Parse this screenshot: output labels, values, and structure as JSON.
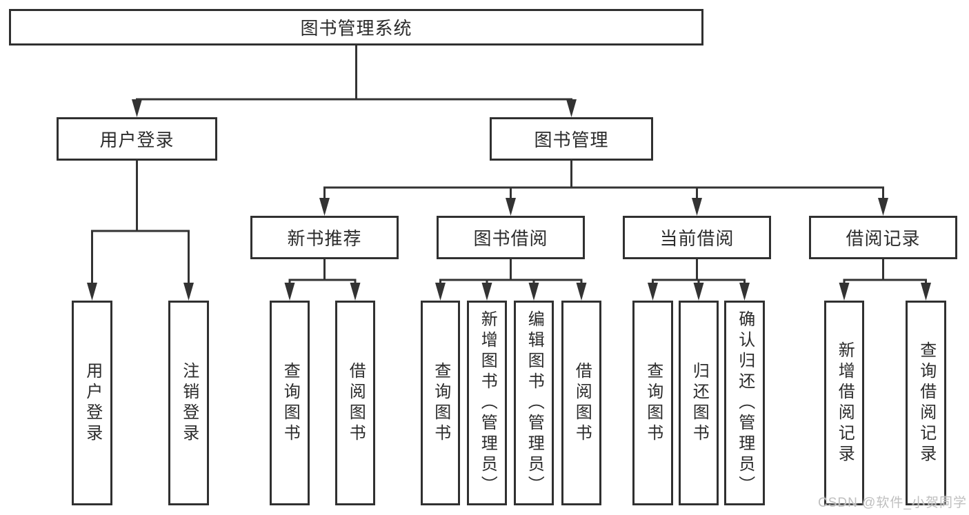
{
  "diagram": {
    "root": {
      "label": "图书管理系统",
      "children": [
        {
          "label": "用户登录",
          "children": [
            {
              "label": "用户登录"
            },
            {
              "label": "注销登录"
            }
          ]
        },
        {
          "label": "图书管理",
          "children": [
            {
              "label": "新书推荐",
              "children": [
                {
                  "label": "查询图书"
                },
                {
                  "label": "借阅图书"
                }
              ]
            },
            {
              "label": "图书借阅",
              "children": [
                {
                  "label": "查询图书"
                },
                {
                  "label": "新增图书（管理员）"
                },
                {
                  "label": "编辑图书（管理员）"
                },
                {
                  "label": "借阅图书"
                }
              ]
            },
            {
              "label": "当前借阅",
              "children": [
                {
                  "label": "查询图书"
                },
                {
                  "label": "归还图书"
                },
                {
                  "label": "确认归还（管理员）"
                }
              ]
            },
            {
              "label": "借阅记录",
              "children": [
                {
                  "label": "新增借阅记录"
                },
                {
                  "label": "查询借阅记录"
                }
              ]
            }
          ]
        }
      ]
    }
  },
  "watermark": {
    "text": "CSDN @软件_小贺同学"
  },
  "colors": {
    "line": "#333333",
    "node_border": "#303030",
    "text": "#2b2b2b",
    "watermark": "#bfbfbf",
    "background": "#ffffff"
  }
}
